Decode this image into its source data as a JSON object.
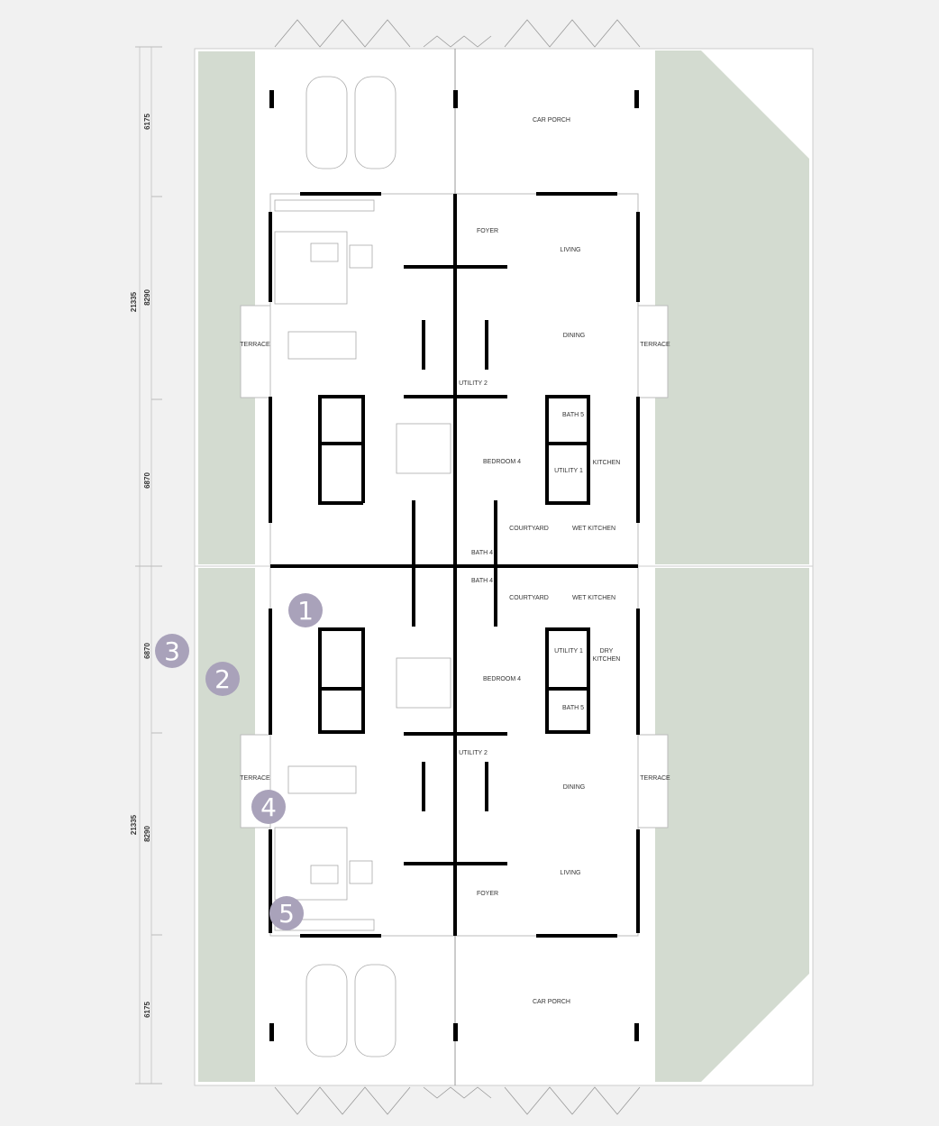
{
  "colors": {
    "background": "#f1f1f1",
    "garden": "#d3dbd0",
    "marker": "#a9a2ba",
    "wall": "#000000"
  },
  "dimensions": {
    "total_top": "21335",
    "total_bottom": "21335",
    "segments": [
      "6175",
      "8290",
      "6870",
      "6870",
      "8290",
      "6175"
    ]
  },
  "upper_unit": {
    "car_porch": "CAR PORCH",
    "foyer": "FOYER",
    "living": "LIVING",
    "dining": "DINING",
    "terrace_left": "TERRACE",
    "terrace_right": "TERRACE",
    "utility2": "UTILITY 2",
    "bath5": "BATH 5",
    "bedroom4": "BEDROOM 4",
    "kitchen": "KITCHEN",
    "utility1": "UTILITY 1",
    "courtyard": "COURTYARD",
    "wet_kitchen": "WET KITCHEN",
    "bath4": "BATH 4"
  },
  "lower_unit": {
    "bath4": "BATH 4",
    "courtyard": "COURTYARD",
    "wet_kitchen": "WET KITCHEN",
    "utility1": "UTILITY 1",
    "dry_kitchen_1": "DRY",
    "dry_kitchen_2": "KITCHEN",
    "bedroom4": "BEDROOM 4",
    "bath5": "BATH 5",
    "utility2": "UTILITY 2",
    "dining": "DINING",
    "terrace_left": "TERRACE",
    "terrace_right": "TERRACE",
    "living": "LIVING",
    "foyer": "FOYER",
    "car_porch": "CAR PORCH"
  },
  "markers": [
    "1",
    "2",
    "3",
    "4",
    "5"
  ]
}
